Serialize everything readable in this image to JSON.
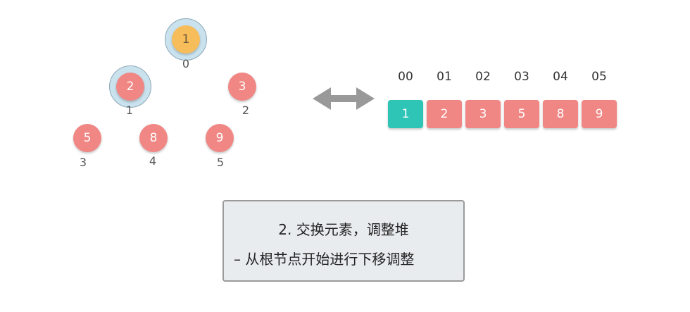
{
  "tree": {
    "nodes": [
      {
        "value": "1",
        "index": "0",
        "color": "#f8bd5b",
        "highlighted": true
      },
      {
        "value": "2",
        "index": "1",
        "color": "#f08784",
        "highlighted": true
      },
      {
        "value": "3",
        "index": "2",
        "color": "#f08784",
        "highlighted": false
      },
      {
        "value": "5",
        "index": "3",
        "color": "#f08784",
        "highlighted": false
      },
      {
        "value": "8",
        "index": "4",
        "color": "#f08784",
        "highlighted": false
      },
      {
        "value": "9",
        "index": "5",
        "color": "#f08784",
        "highlighted": false
      }
    ]
  },
  "array": {
    "labels": [
      "00",
      "01",
      "02",
      "03",
      "04",
      "05"
    ],
    "cells": [
      {
        "value": "1",
        "color": "#2ec4b6"
      },
      {
        "value": "2",
        "color": "#f08784"
      },
      {
        "value": "3",
        "color": "#f08784"
      },
      {
        "value": "5",
        "color": "#f08784"
      },
      {
        "value": "8",
        "color": "#f08784"
      },
      {
        "value": "9",
        "color": "#f08784"
      }
    ]
  },
  "arrow_icon": "double-arrow-icon",
  "caption": {
    "title": "2. 交换元素，调整堆",
    "subtitle": "– 从根节点开始进行下移调整"
  }
}
